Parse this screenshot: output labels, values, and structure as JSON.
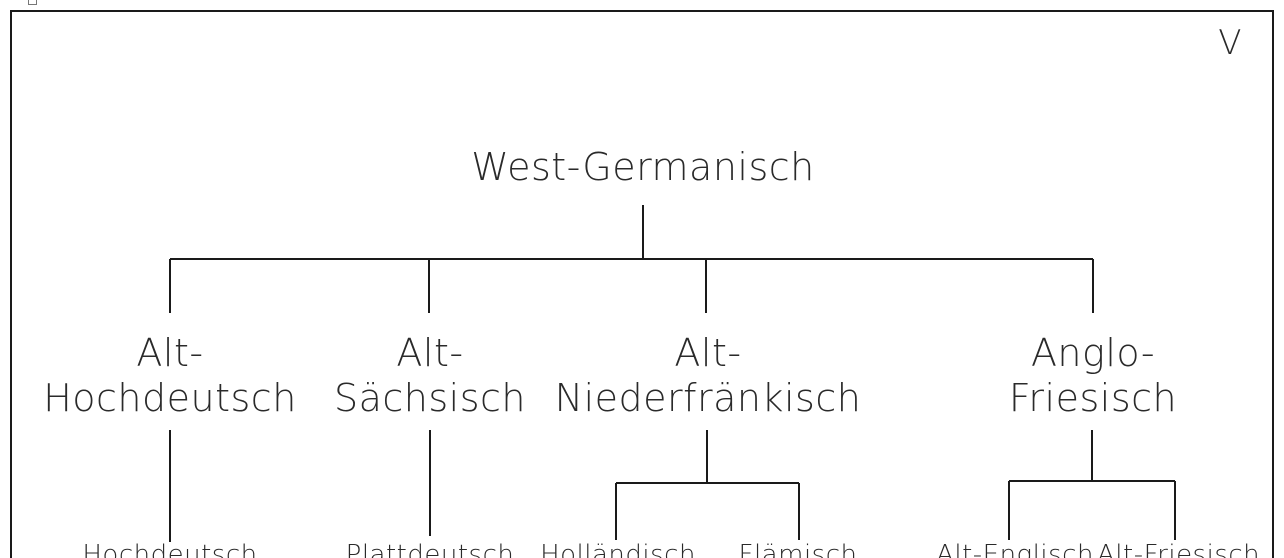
{
  "page_marker": "V",
  "tree": {
    "root": "West-Germanisch",
    "branches": [
      {
        "line1": "Alt-",
        "line2": "Hochdeutsch",
        "children": [
          "Hochdeutsch"
        ]
      },
      {
        "line1": "Alt-",
        "line2": "Sächsisch",
        "children": [
          "Plattdeutsch"
        ]
      },
      {
        "line1": "Alt-",
        "line2": "Niederfränkisch",
        "children": [
          "Holländisch",
          "Flämisch"
        ]
      },
      {
        "line1": "Anglo-",
        "line2": "Friesisch",
        "children": [
          "Alt-Englisch",
          "Alt-Friesisch"
        ]
      }
    ]
  }
}
